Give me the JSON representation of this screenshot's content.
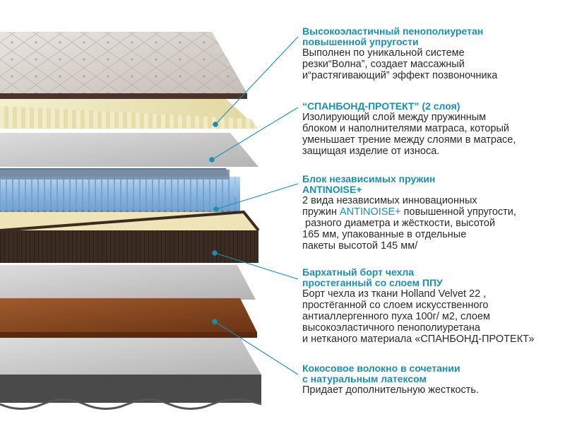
{
  "colors": {
    "accent": "#1b8fb0",
    "text": "#2a2a2a",
    "quilt_top": "#d9d4cf",
    "foam_yellow": "#efe8c2",
    "fabric_gray": "#c9c9c9",
    "spring_blue": "#9ac4e8",
    "border_brown": "#3a2a20",
    "coconut": "#8a4a22",
    "base_gray": "#bdbdbd"
  },
  "layers": [
    {
      "title_lines": [
        "Высокоэластичный пенополиуретан",
        "повышенной упругости"
      ],
      "desc_lines": [
        "Выполнен по уникальной системе",
        "резки“Волна”, создает массажный",
        "и“растягивающий” эффект позвоночника"
      ]
    },
    {
      "title_lines": [
        "“СПАНБОНД-ПРОТЕКТ” (2 слоя)"
      ],
      "desc_lines": [
        "Изолирующий слой между пружинным",
        "блоком и наполнителями матраса, который",
        "уменьшает трение между слоями в матрасе,",
        "защищая изделие от износа."
      ]
    },
    {
      "title_lines": [
        "Блок независимых пружин",
        "ANTINOISE+"
      ],
      "desc_line1": "2 вида независимых инновационных",
      "desc_line2_before": "пружин ",
      "desc_line2_accent": "ANTINOISE+",
      "desc_line2_after": " повышенной упругости,",
      "desc_lines_rest": [
        " разного диаметра и жёсткости, высотой",
        "165 мм, упакованные в отдельные",
        "пакеты высотой 145 мм/"
      ]
    },
    {
      "title_lines": [
        "Бархатный борт чехла",
        "простеганный со слоем ППУ"
      ],
      "desc_lines": [
        "Борт чехла из ткани Holland Velvet 22 ,",
        "простёганной со слоем искусственного",
        "антиаллергенного пуха 100г/ м2, слоем",
        "высокоэластичного пенополиуретана",
        "и нетканого материала «СПАНБОНД-ПРОТЕКТ»"
      ]
    },
    {
      "title_lines": [
        "Кокосовое волокно в сочетании",
        "с натуральным латексом"
      ],
      "desc_lines": [
        "Придает дополнительную жесткость."
      ]
    }
  ]
}
